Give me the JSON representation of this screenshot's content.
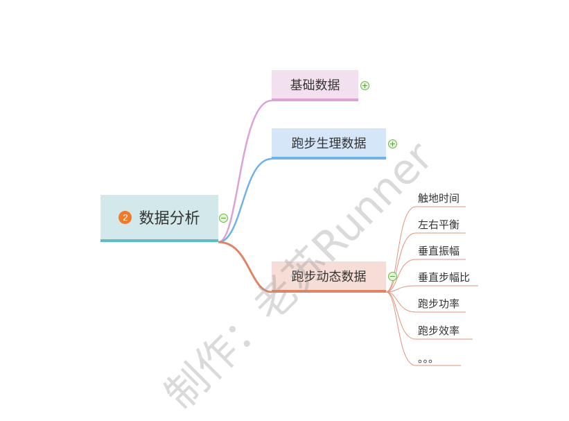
{
  "root": {
    "badge": "2",
    "label": "数据分析",
    "toggle": "−",
    "color": "#5fbcc0",
    "fill": "#d3e8ea"
  },
  "branches": [
    {
      "label": "基础数据",
      "toggle": "+",
      "color": "#dca2d4",
      "fill": "#f3e0ef"
    },
    {
      "label": "跑步生理数据",
      "toggle": "+",
      "color": "#6fb2ea",
      "fill": "#d4e6f7"
    },
    {
      "label": "跑步动态数据",
      "toggle": "−",
      "color": "#e08466",
      "fill": "#f6ddd6",
      "children": [
        "触地时间",
        "左右平衡",
        "垂直振幅",
        "垂直步幅比",
        "跑步功率",
        "跑步效率",
        "。。。"
      ]
    }
  ],
  "watermark": "制作：老苏Runner"
}
